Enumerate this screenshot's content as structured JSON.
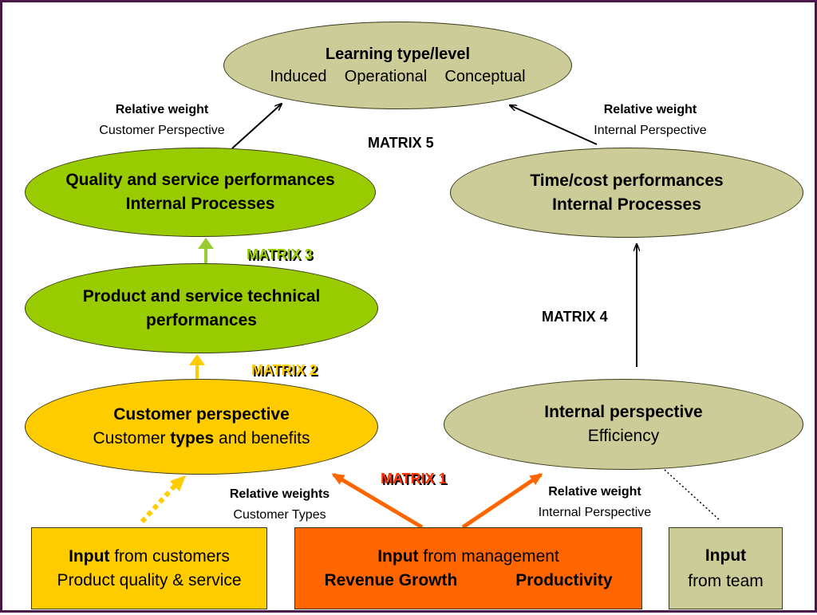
{
  "learning": {
    "title": "Learning type/level",
    "types": [
      "Induced",
      "Operational",
      "Conceptual"
    ]
  },
  "quality": {
    "line1": "Quality and service performances",
    "line2": "Internal Processes"
  },
  "timecost": {
    "line1": "Time/cost performances",
    "line2": "Internal Processes"
  },
  "product": {
    "line1": "Product and service technical",
    "line2": "performances"
  },
  "customer": {
    "title": "Customer perspective",
    "pre": "Customer ",
    "bold": "types",
    "post": " and benefits"
  },
  "internal": {
    "title": "Internal perspective",
    "sub": "Efficiency"
  },
  "input_customers": {
    "bold": "Input",
    "rest": " from customers",
    "line2": "Product quality & service"
  },
  "input_management": {
    "bold": "Input",
    "rest": " from management",
    "item1": "Revenue Growth",
    "item2": "Productivity"
  },
  "input_team": {
    "bold": "Input",
    "line2": "from team"
  },
  "rw_customer": {
    "title": "Relative weight",
    "sub": "Customer Perspective"
  },
  "rw_internal_top": {
    "title": "Relative weight",
    "sub": "Internal Perspective"
  },
  "rw_types": {
    "title": "Relative weights",
    "sub": "Customer Types"
  },
  "rw_internal_bottom": {
    "title": "Relative weight",
    "sub": "Internal Perspective"
  },
  "matrix": {
    "m1": "MATRIX 1",
    "m2": "MATRIX 2",
    "m3": "MATRIX 3",
    "m4": "MATRIX 4",
    "m5": "MATRIX 5"
  },
  "colors": {
    "olive": "#cccc99",
    "green": "#99cc00",
    "yellow": "#ffcc00",
    "orange": "#ff6600",
    "border": "#4a1848",
    "m1_text": "#ff3300",
    "m2_text": "#ffcc00",
    "m3_text": "#99cc00",
    "arrow_orange": "#ff6600",
    "arrow_green": "#99cc33",
    "arrow_yellow": "#ffcc00"
  }
}
